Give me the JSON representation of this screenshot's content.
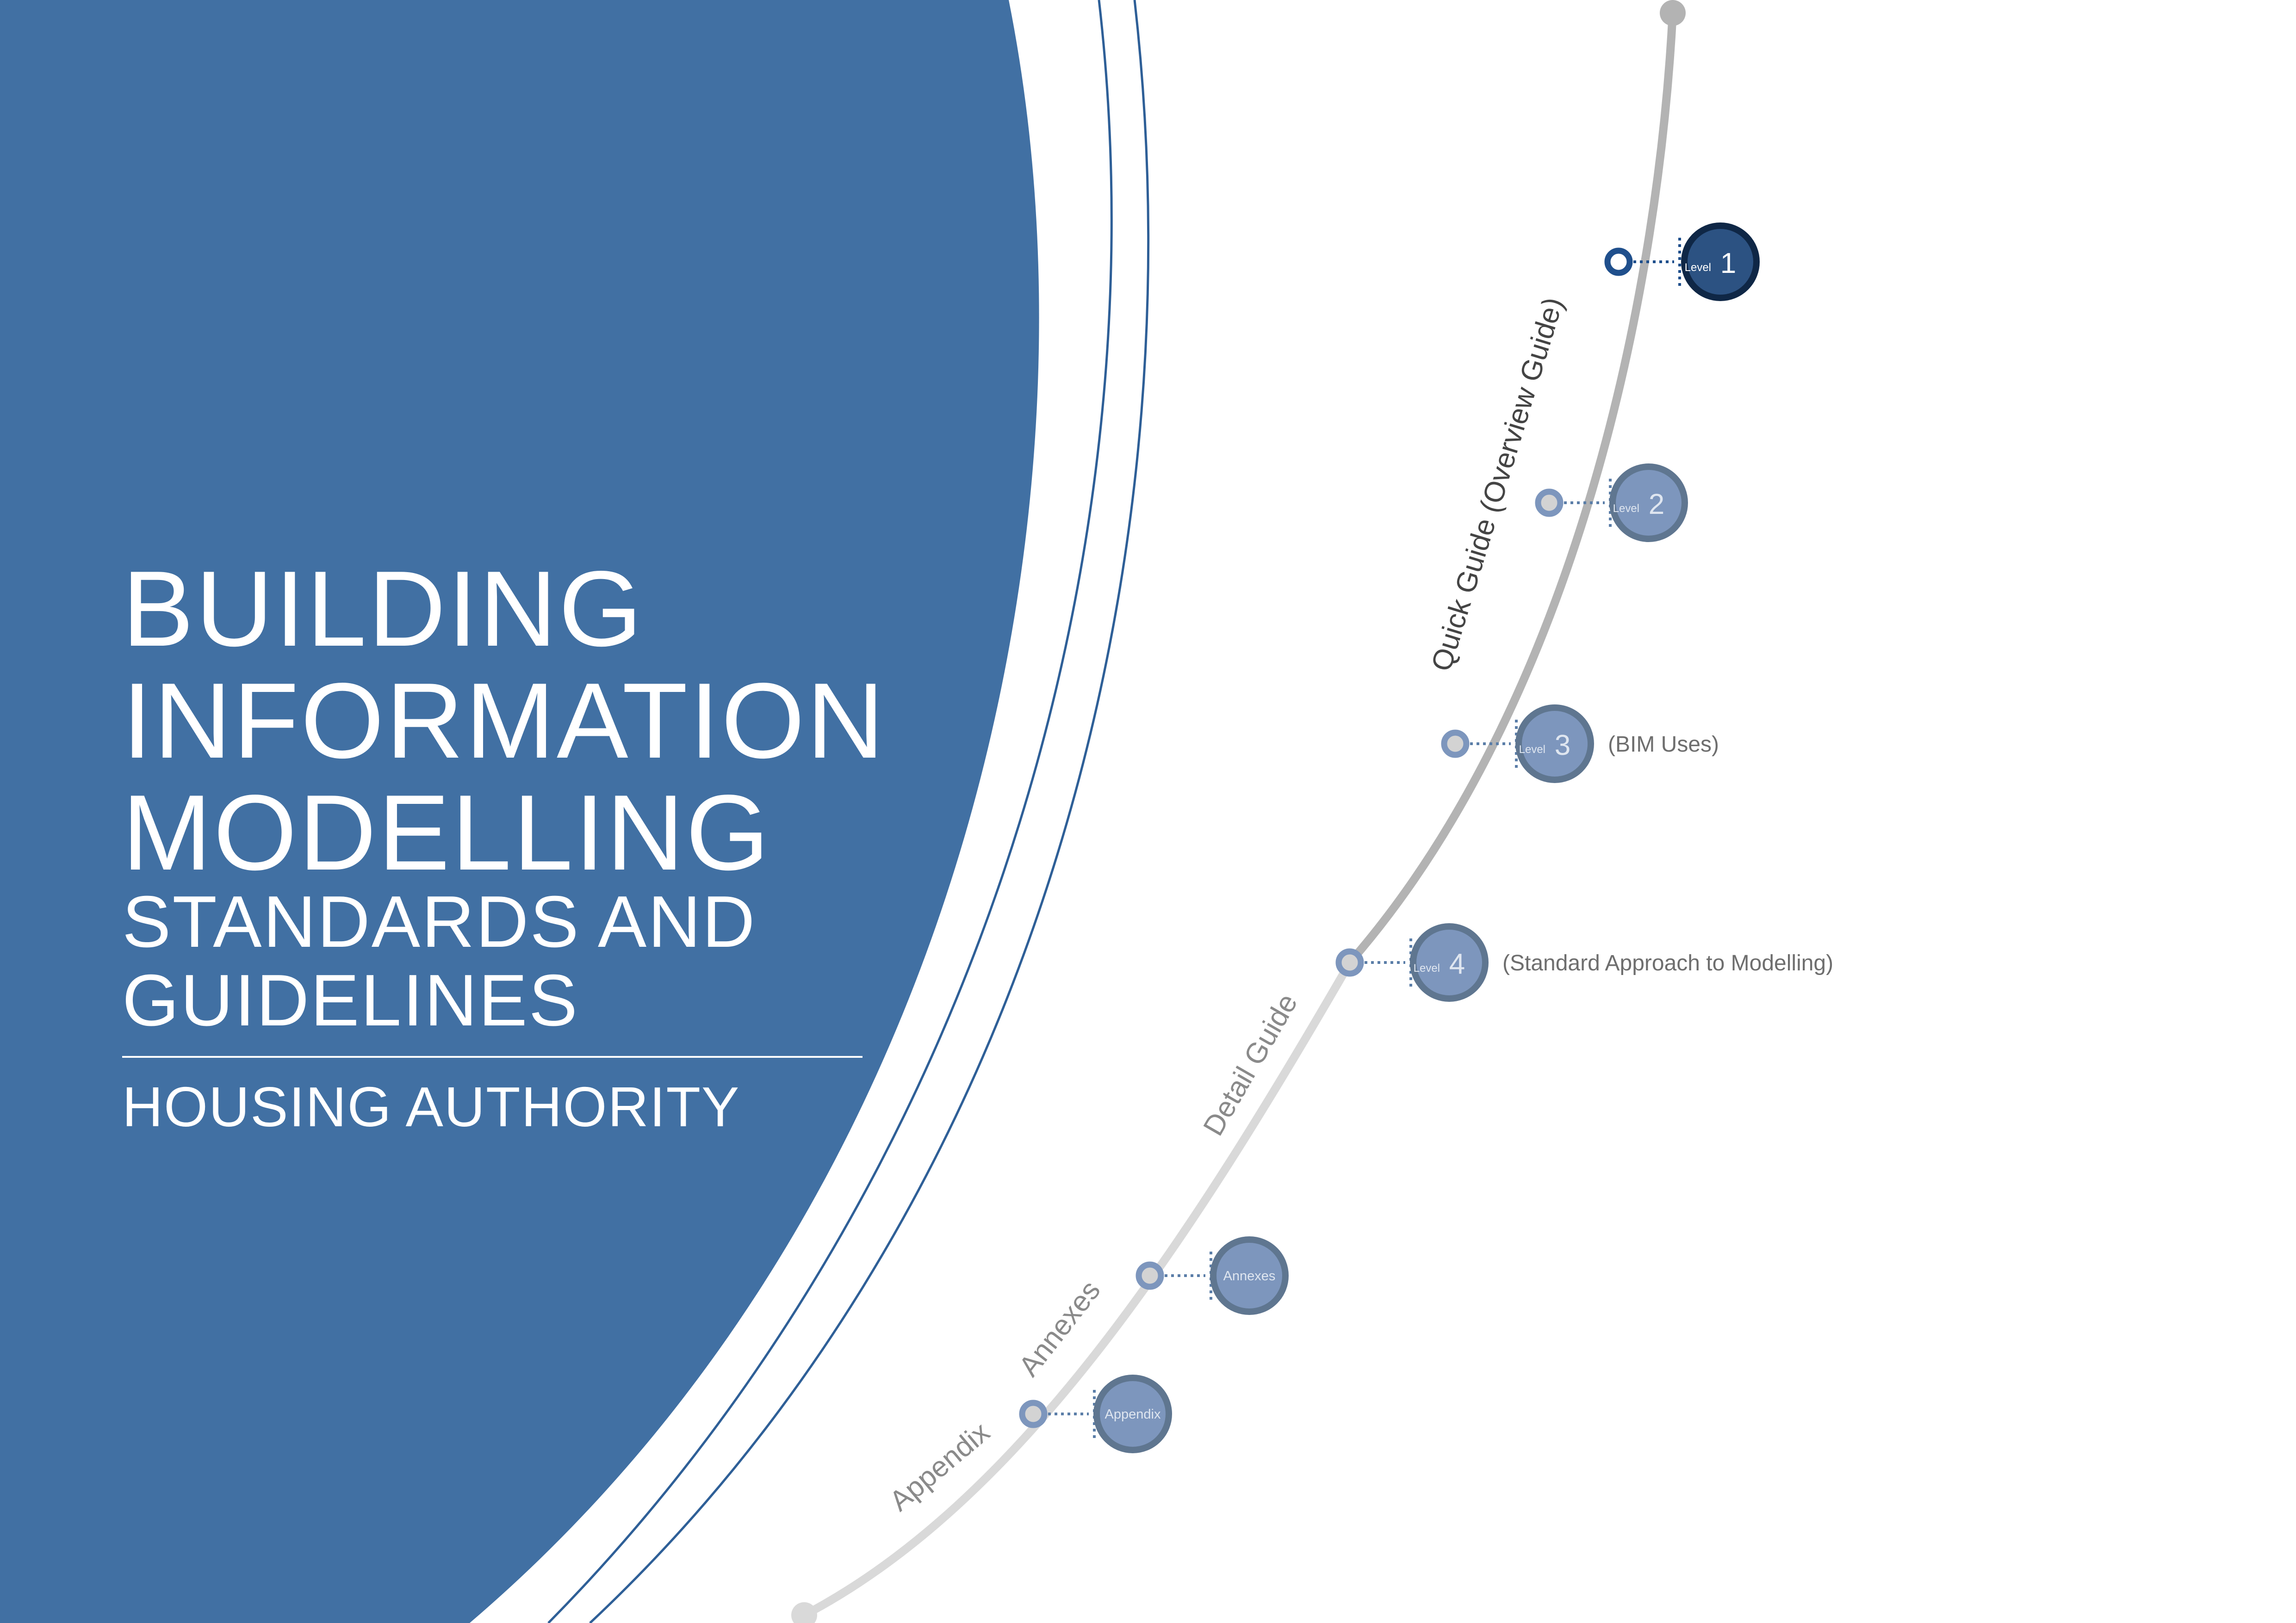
{
  "cover": {
    "title_lines": [
      "BUILDING",
      "INFORMATION",
      "MODELLING"
    ],
    "subtitle_lines": [
      "STANDARDS AND",
      "GUIDELINES"
    ],
    "organisation": "HOUSING AUTHORITY"
  },
  "roadmap": {
    "path_labels": {
      "quick_guide": "Quick Guide (Overview Guide)",
      "detail_guide": "Detail Guide",
      "annexes": "Annexes",
      "appendix": "Appendix"
    },
    "nodes": [
      {
        "prefix": "Level",
        "label": "1",
        "note": ""
      },
      {
        "prefix": "Level",
        "label": "2",
        "note": ""
      },
      {
        "prefix": "Level",
        "label": "3",
        "note": "(BIM Uses)"
      },
      {
        "prefix": "Level",
        "label": "4",
        "note": "(Standard Approach to Modelling)"
      },
      {
        "prefix": "",
        "label": "Annexes",
        "note": ""
      },
      {
        "prefix": "",
        "label": "Appendix",
        "note": ""
      }
    ]
  },
  "colors": {
    "cover_blue": "#4170a3",
    "frame_line": "#2e5f97",
    "track_dark": "#b3b3b3",
    "track_light": "#d9d9d9",
    "active_node": "#2c5282",
    "active_ring": "#0f2746",
    "node_fill": "#7d96bd",
    "node_ring": "#5f7690"
  }
}
